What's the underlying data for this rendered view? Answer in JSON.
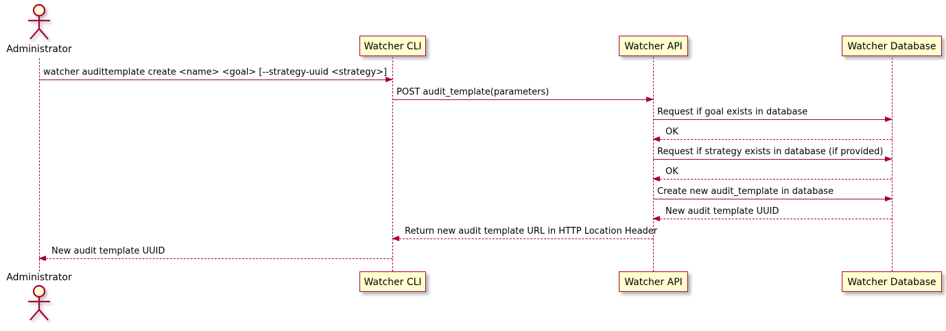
{
  "actor": {
    "label": "Administrator"
  },
  "participants": [
    {
      "label": "Watcher CLI"
    },
    {
      "label": "Watcher API"
    },
    {
      "label": "Watcher Database"
    }
  ],
  "messages": [
    {
      "from": "Administrator",
      "to": "Watcher CLI",
      "text": "watcher audittemplate create <name> <goal> [--strategy-uuid <strategy>]",
      "line": "solid",
      "direction": "right"
    },
    {
      "from": "Watcher CLI",
      "to": "Watcher API",
      "text": "POST audit_template(parameters)",
      "line": "solid",
      "direction": "right"
    },
    {
      "from": "Watcher API",
      "to": "Watcher Database",
      "text": "Request if goal exists in database",
      "line": "solid",
      "direction": "right"
    },
    {
      "from": "Watcher Database",
      "to": "Watcher API",
      "text": "OK",
      "line": "dashed",
      "direction": "left"
    },
    {
      "from": "Watcher API",
      "to": "Watcher Database",
      "text": "Request if strategy exists in database (if provided)",
      "line": "solid",
      "direction": "right"
    },
    {
      "from": "Watcher Database",
      "to": "Watcher API",
      "text": "OK",
      "line": "dashed",
      "direction": "left"
    },
    {
      "from": "Watcher API",
      "to": "Watcher Database",
      "text": "Create new audit_template in database",
      "line": "solid",
      "direction": "right"
    },
    {
      "from": "Watcher Database",
      "to": "Watcher API",
      "text": "New audit template UUID",
      "line": "dashed",
      "direction": "left"
    },
    {
      "from": "Watcher API",
      "to": "Watcher CLI",
      "text": "Return new audit template URL in HTTP Location Header",
      "line": "dashed",
      "direction": "left"
    },
    {
      "from": "Watcher CLI",
      "to": "Administrator",
      "text": "New audit template UUID",
      "line": "dashed",
      "direction": "left"
    }
  ],
  "colors": {
    "participant_fill": "#FEFECE",
    "line": "#A80036",
    "text": "#000000",
    "background": "#FFFFFF"
  }
}
